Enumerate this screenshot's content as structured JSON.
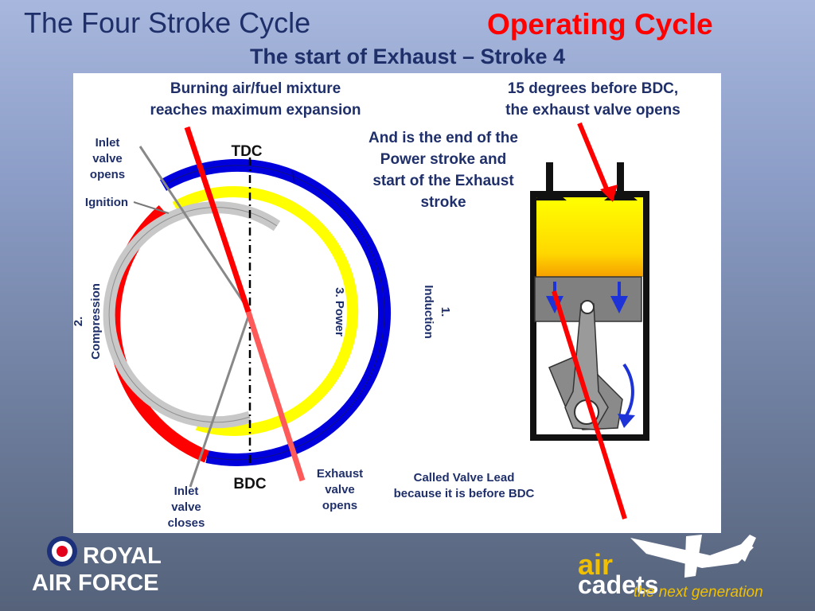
{
  "header": {
    "title": "The Four Stroke Cycle",
    "operating_cycle": "Operating Cycle",
    "subtitle": "The start of Exhaust – Stroke 4"
  },
  "diagram": {
    "burning_line1": "Burning air/fuel mixture",
    "burning_line2": "reaches maximum expansion",
    "degrees_line1": "15 degrees before BDC,",
    "degrees_line2": "the exhaust valve opens",
    "end_line1": "And is the end of the",
    "end_line2": "Power stroke and",
    "end_line3": "start of the Exhaust",
    "end_line4": "stroke",
    "inlet_opens_1": "Inlet",
    "inlet_opens_2": "valve",
    "inlet_opens_3": "opens",
    "ignition": "Ignition",
    "tdc": "TDC",
    "bdc": "BDC",
    "compression_num": "2.",
    "compression": "Compression",
    "power": "3. Power",
    "induction_num": "1.",
    "induction": "Induction",
    "exhaust_1": "Exhaust",
    "exhaust_2": "valve",
    "exhaust_3": "opens",
    "inlet_closes_1": "Inlet",
    "inlet_closes_2": "valve",
    "inlet_closes_3": "closes",
    "valve_lead_1": "Called Valve Lead",
    "valve_lead_2": "because it is before BDC"
  },
  "logos": {
    "raf_line1": "ROYAL",
    "raf_line2": "AIR FORCE",
    "cadets_air": "air",
    "cadets_cadets": "cadets",
    "cadets_tagline": "the next generation"
  },
  "colors": {
    "induction": "#0000dd",
    "compression": "#ff0000",
    "power": "#ffff00",
    "exhaust": "#c0c0c0",
    "title": "#1f2f6a",
    "accent_red": "#ff0000"
  }
}
